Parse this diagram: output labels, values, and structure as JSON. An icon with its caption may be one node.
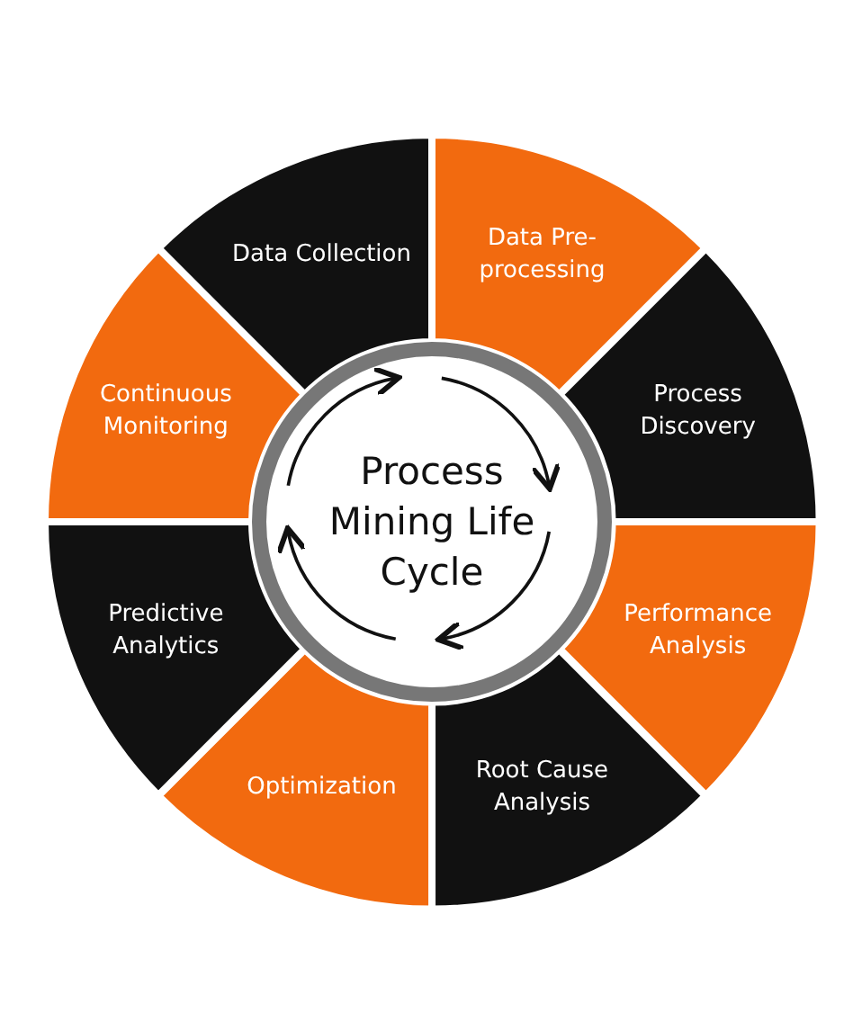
{
  "diagram": {
    "nodes": [
      {
        "text": [
          "Process Mining Life Cycle"
        ]
      },
      {
        "text": [
          "Data Collection"
        ]
      },
      {
        "text": [
          "Data Pre-processing"
        ]
      },
      {
        "text": [
          "Process Discovery"
        ]
      },
      {
        "text": [
          "Performance Analysis"
        ]
      },
      {
        "text": [
          "Root Cause Analysis"
        ]
      },
      {
        "text": [
          "Optimization"
        ]
      },
      {
        "text": [
          "Predictive Analytics"
        ]
      },
      {
        "text": [
          "Continuous Monitoring"
        ]
      }
    ]
  }
}
